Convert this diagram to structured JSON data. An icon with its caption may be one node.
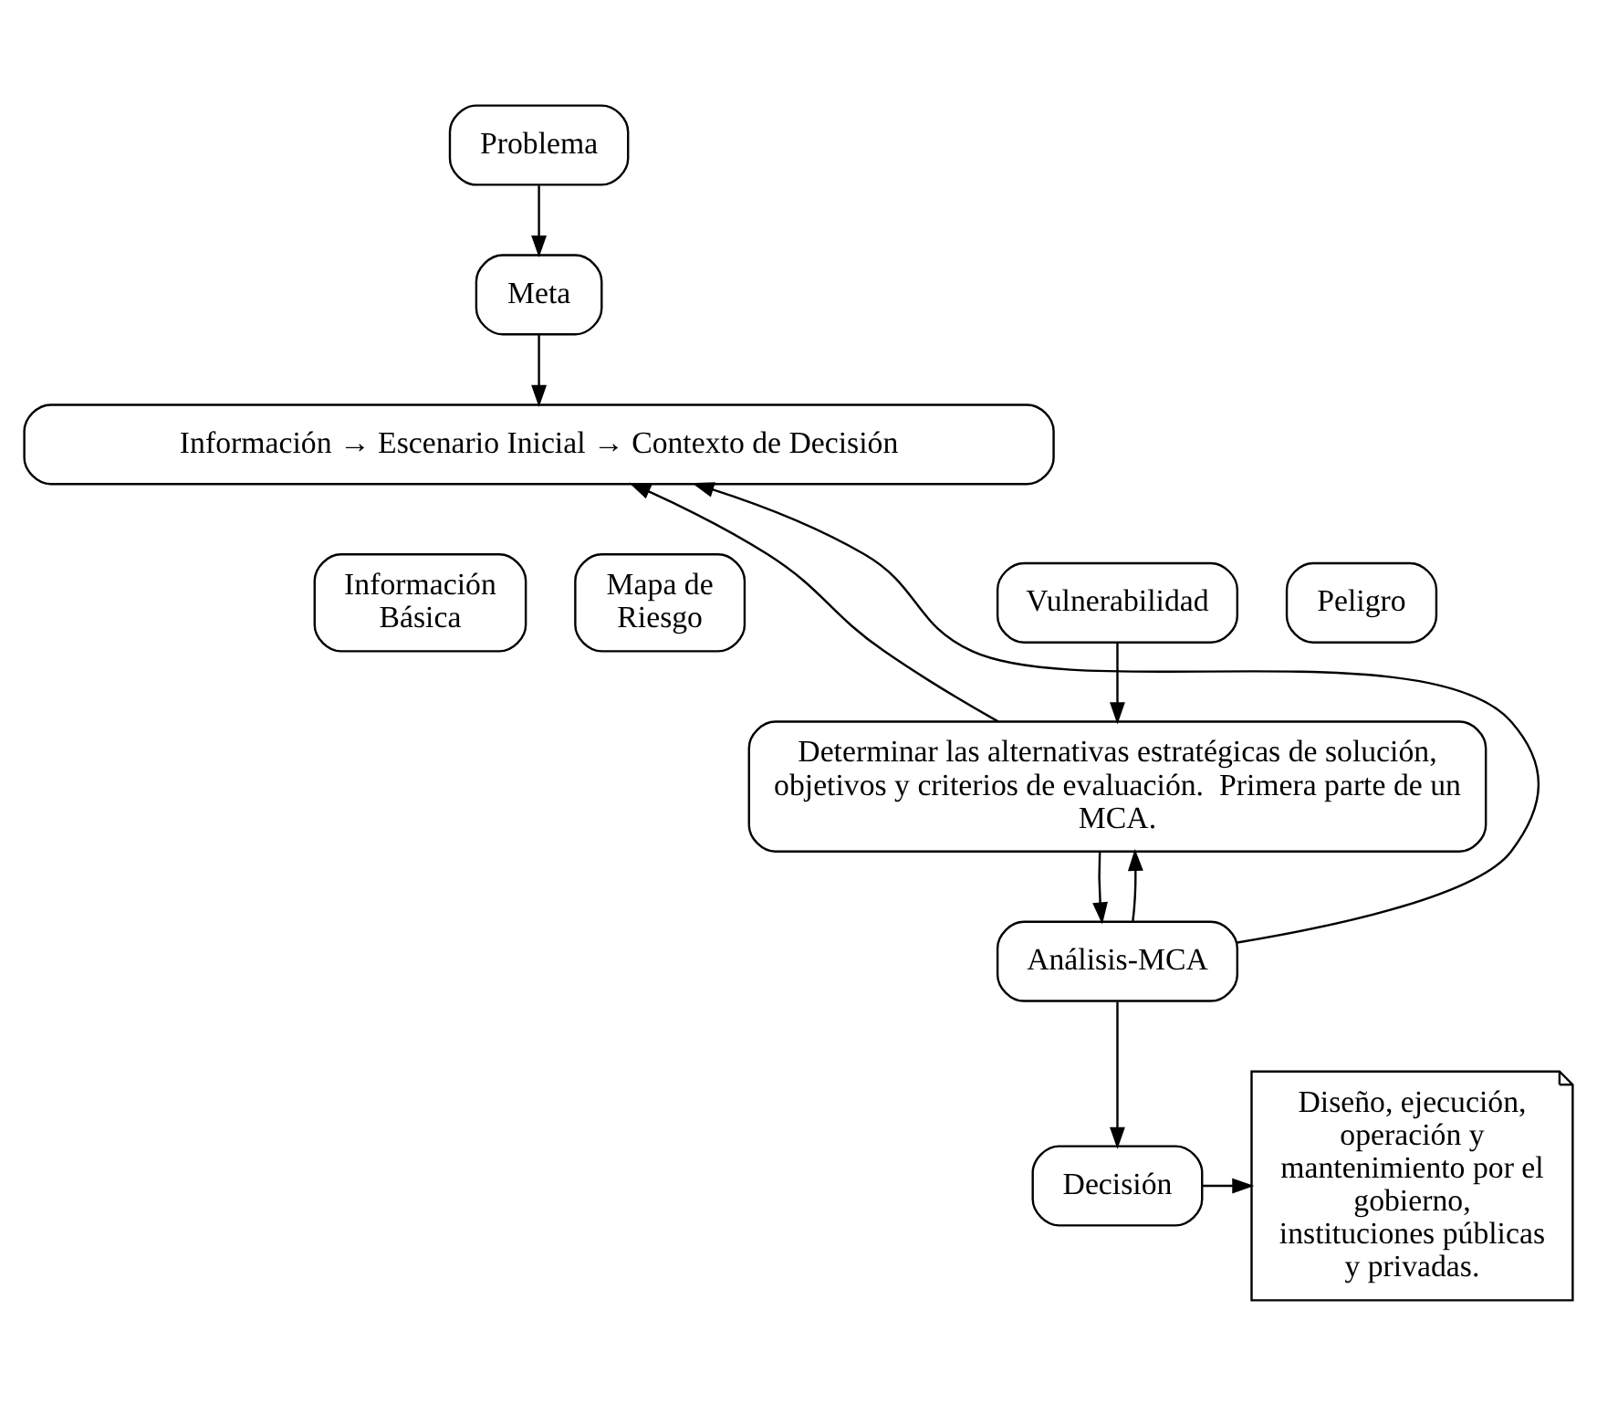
{
  "diagram": {
    "nodes": [
      {
        "text": [
          "Problema"
        ]
      },
      {
        "text": [
          "Meta"
        ]
      },
      {
        "text": [
          "Información → Escenario Inicial → Contexto de Decisión"
        ]
      },
      {
        "text": [
          "Información Básica"
        ]
      },
      {
        "text": [
          "Vulnerabilidad"
        ]
      },
      {
        "text": [
          "Peligro"
        ]
      },
      {
        "text": [
          "Mapa de Riesgo"
        ]
      },
      {
        "text": [
          "Determinar las alternativas estratégicas de solución, objetivos y criterios de evaluación.  Primera parte de un MCA."
        ]
      },
      {
        "text": [
          "Análisis-MCA"
        ]
      },
      {
        "text": [
          "Decisión"
        ]
      },
      {
        "text": [
          "Diseño, ejecución, operación y mantenimiento por el gobierno, instituciones públicas y privadas."
        ]
      }
    ],
    "edges": [
      {
        "from": 0,
        "to": 1,
        "arrow": "to"
      },
      {
        "from": 1,
        "to": 2,
        "arrow": "to"
      },
      {
        "from": 4,
        "to": 7,
        "arrow": "to"
      },
      {
        "from": 7,
        "to": 8,
        "arrow": "to"
      },
      {
        "from": 8,
        "to": 9,
        "arrow": "to"
      },
      {
        "from": 9,
        "to": 10,
        "arrow": "to"
      },
      {
        "from": 7,
        "to": 2,
        "arrow": "to"
      },
      {
        "from": 8,
        "to": 2,
        "arrow": "to"
      },
      {
        "from": 8,
        "to": 7,
        "arrow": "to"
      }
    ]
  }
}
